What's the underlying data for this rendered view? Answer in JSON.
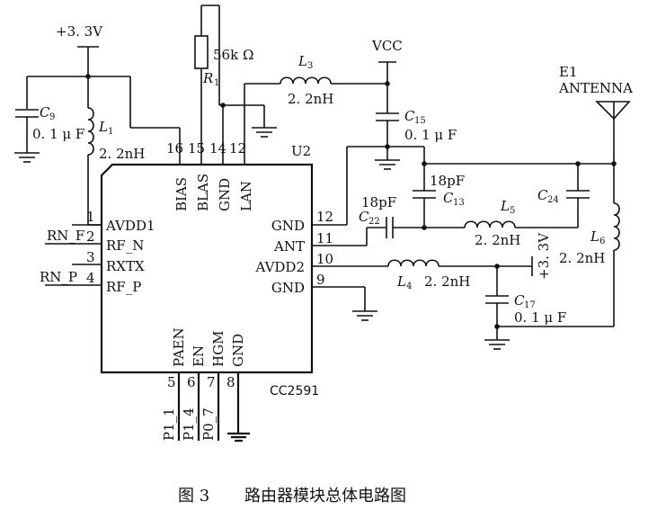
{
  "chip": {
    "part": "CC2591",
    "ref": "U2"
  },
  "pins": {
    "p1": {
      "num": "1",
      "name": "AVDD1"
    },
    "p2": {
      "num": "2",
      "name": "RF_N"
    },
    "p3": {
      "num": "3",
      "name": "RXTX"
    },
    "p4": {
      "num": "4",
      "name": "RF_P"
    },
    "p5": {
      "num": "5",
      "name": "PAEN"
    },
    "p6": {
      "num": "6",
      "name": "EN"
    },
    "p7": {
      "num": "7",
      "name": "HGM"
    },
    "p8": {
      "num": "8",
      "name": "GND"
    },
    "p9": {
      "num": "9",
      "name": "GND"
    },
    "p10": {
      "num": "10",
      "name": "AVDD2"
    },
    "p11": {
      "num": "11",
      "name": "ANT"
    },
    "p12": {
      "num": "12",
      "name": "GND"
    },
    "p12t": {
      "num": "12",
      "name": "LAN"
    },
    "p14": {
      "num": "14",
      "name": "GND"
    },
    "p15": {
      "num": "15",
      "name": "BLAS"
    },
    "p16": {
      "num": "16",
      "name": "BIAS"
    }
  },
  "nets": {
    "rn_f": "RN_F",
    "rn_p": "RN_P",
    "p11": "P1_1",
    "p14": "P1_4",
    "p07": "P0_7",
    "vcc": "VCC",
    "v33_top": "+3. 3V",
    "v33_right": "+3. 3V",
    "antenna_ref": "E1",
    "antenna_name": "ANTENNA"
  },
  "components": {
    "c9": {
      "letter": "C",
      "sub": "9",
      "value": "0. 1 μ F"
    },
    "l1": {
      "letter": "L",
      "sub": "1",
      "value": "2. 2nH"
    },
    "r1": {
      "letter": "R",
      "sub": "1",
      "value": "56k Ω"
    },
    "l3": {
      "letter": "L",
      "sub": "3",
      "value": "2. 2nH"
    },
    "c15": {
      "letter": "C",
      "sub": "15",
      "value": "0. 1 μ F"
    },
    "c13": {
      "letter": "C",
      "sub": "13",
      "value": "18pF"
    },
    "c22": {
      "letter": "C",
      "sub": "22",
      "value": "18pF"
    },
    "l5": {
      "letter": "L",
      "sub": "5",
      "value": "2. 2nH"
    },
    "c24": {
      "letter": "C",
      "sub": "24"
    },
    "l6": {
      "letter": "L",
      "sub": "6",
      "value": "2. 2nH"
    },
    "l4": {
      "letter": "L",
      "sub": "4",
      "value": "2. 2nH"
    },
    "c17": {
      "letter": "C",
      "sub": "17",
      "value": "0. 1 μ F"
    }
  },
  "caption": {
    "figure": "图 3",
    "title": "路由器模块总体电路图"
  }
}
